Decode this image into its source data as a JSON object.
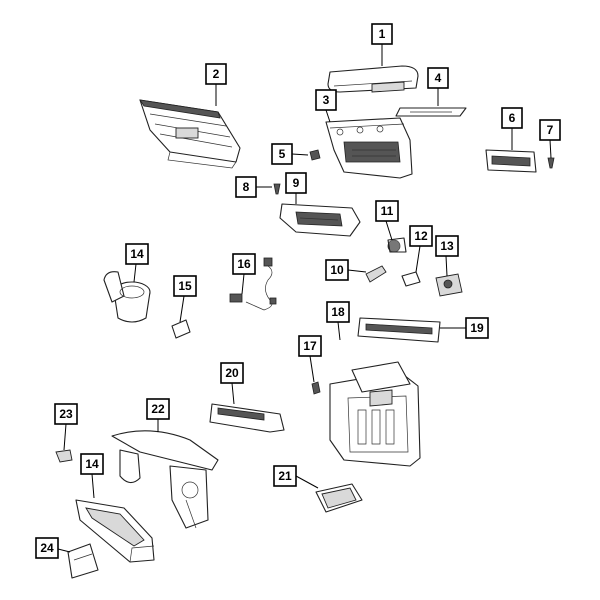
{
  "diagram": {
    "callouts": [
      {
        "id": "callout-1",
        "label": "1"
      },
      {
        "id": "callout-2",
        "label": "2"
      },
      {
        "id": "callout-3",
        "label": "3"
      },
      {
        "id": "callout-4",
        "label": "4"
      },
      {
        "id": "callout-5",
        "label": "5"
      },
      {
        "id": "callout-6",
        "label": "6"
      },
      {
        "id": "callout-7",
        "label": "7"
      },
      {
        "id": "callout-8",
        "label": "8"
      },
      {
        "id": "callout-9",
        "label": "9"
      },
      {
        "id": "callout-10",
        "label": "10"
      },
      {
        "id": "callout-11",
        "label": "11"
      },
      {
        "id": "callout-12",
        "label": "12"
      },
      {
        "id": "callout-13",
        "label": "13"
      },
      {
        "id": "callout-14a",
        "label": "14"
      },
      {
        "id": "callout-15",
        "label": "15"
      },
      {
        "id": "callout-16",
        "label": "16"
      },
      {
        "id": "callout-17",
        "label": "17"
      },
      {
        "id": "callout-18",
        "label": "18"
      },
      {
        "id": "callout-19",
        "label": "19"
      },
      {
        "id": "callout-20",
        "label": "20"
      },
      {
        "id": "callout-21",
        "label": "21"
      },
      {
        "id": "callout-22",
        "label": "22"
      },
      {
        "id": "callout-23",
        "label": "23"
      },
      {
        "id": "callout-14b",
        "label": "14"
      },
      {
        "id": "callout-24",
        "label": "24"
      }
    ]
  }
}
